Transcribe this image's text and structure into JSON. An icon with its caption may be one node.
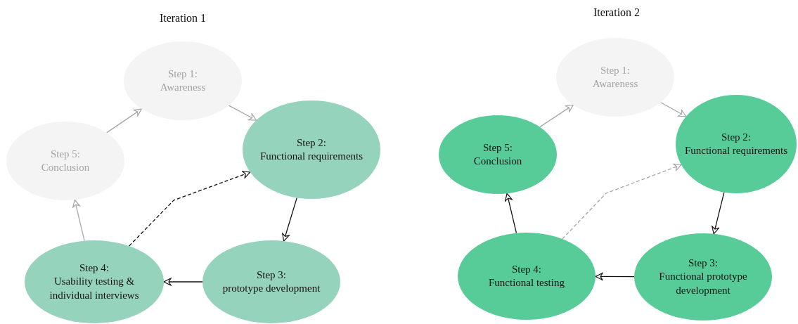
{
  "diagram": {
    "nodes": [
      {
        "text": [
          "Step 1:",
          "Awareness"
        ]
      },
      {
        "text": [
          "Step 2:",
          "Functional requirements"
        ]
      },
      {
        "text": [
          "Step 3:",
          "prototype development"
        ]
      },
      {
        "text": [
          "Step 4:",
          "Usability testing & individual interviews"
        ]
      },
      {
        "text": [
          "Step 5:",
          "Conclusion"
        ]
      },
      {
        "text": [
          "Step 1:",
          "Awareness"
        ]
      },
      {
        "text": [
          "Step 2:",
          "Functional requirements"
        ]
      },
      {
        "text": [
          "Step 3:",
          "Functional prototype development"
        ]
      },
      {
        "text": [
          "Step 4:",
          "Functional testing"
        ]
      },
      {
        "text": [
          "Step 5:",
          "Conclusion"
        ]
      }
    ],
    "edges": [
      {
        "from": 0,
        "to": 1,
        "arrow": "to"
      },
      {
        "from": 1,
        "to": 2,
        "arrow": "to",
        "color": "#111111"
      },
      {
        "from": 2,
        "to": 3,
        "arrow": "to",
        "color": "#111111"
      },
      {
        "from": 3,
        "to": 4,
        "arrow": "to"
      },
      {
        "from": 4,
        "to": 0,
        "arrow": "to"
      },
      {
        "from": 3,
        "to": 1,
        "arrow": "to",
        "style": "dashed",
        "color": "#111111"
      },
      {
        "from": 5,
        "to": 6,
        "arrow": "to"
      },
      {
        "from": 6,
        "to": 7,
        "arrow": "to",
        "color": "#111111"
      },
      {
        "from": 7,
        "to": 8,
        "arrow": "to",
        "color": "#111111"
      },
      {
        "from": 8,
        "to": 9,
        "arrow": "to",
        "color": "#111111"
      },
      {
        "from": 9,
        "to": 5,
        "arrow": "to"
      },
      {
        "from": 8,
        "to": 6,
        "arrow": "to",
        "style": "dashed"
      }
    ],
    "labels": [
      "Iteration 1",
      "Iteration 2"
    ]
  }
}
